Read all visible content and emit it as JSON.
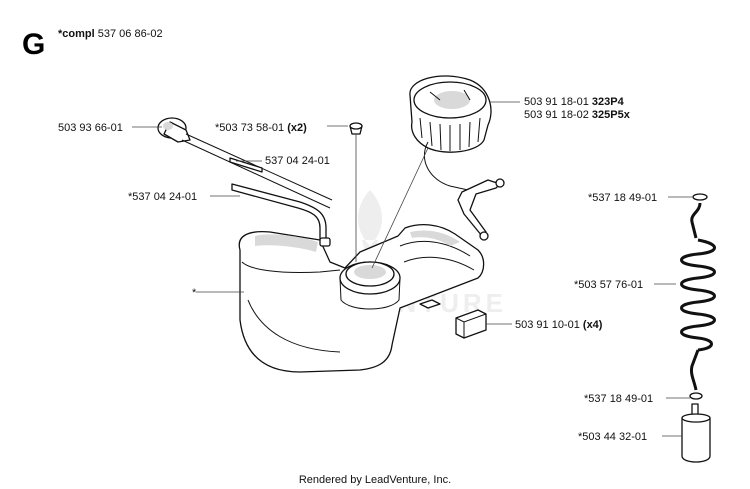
{
  "header": {
    "section_letter": "G",
    "compl_prefix": "*compl",
    "compl_number": "537 06 86-02"
  },
  "watermark": "LEADVENTURE",
  "callouts": [
    {
      "id": "primer-bulb",
      "part": "503 93 66-01",
      "qty": ""
    },
    {
      "id": "grommet",
      "part": "*503 73 58-01",
      "qty": "(x2)"
    },
    {
      "id": "fuel-hose-upper",
      "part": "537 04 24-01",
      "qty": ""
    },
    {
      "id": "fuel-hose-lower",
      "part": "*537 04 24-01",
      "qty": ""
    },
    {
      "id": "tank",
      "part": "*",
      "qty": ""
    },
    {
      "id": "cap-a",
      "part": "503 91 18-01",
      "qty": "323P4"
    },
    {
      "id": "cap-b",
      "part": "503 91 18-02",
      "qty": "325P5x"
    },
    {
      "id": "damper",
      "part": "503 91 10-01",
      "qty": "(x4)"
    },
    {
      "id": "o-ring-top",
      "part": "*537 18 49-01",
      "qty": ""
    },
    {
      "id": "spiral-hose",
      "part": "*503 57 76-01",
      "qty": ""
    },
    {
      "id": "o-ring-bottom",
      "part": "*537 18 49-01",
      "qty": ""
    },
    {
      "id": "filter",
      "part": "*503 44 32-01",
      "qty": ""
    }
  ],
  "footer": "Rendered by LeadVenture, Inc."
}
